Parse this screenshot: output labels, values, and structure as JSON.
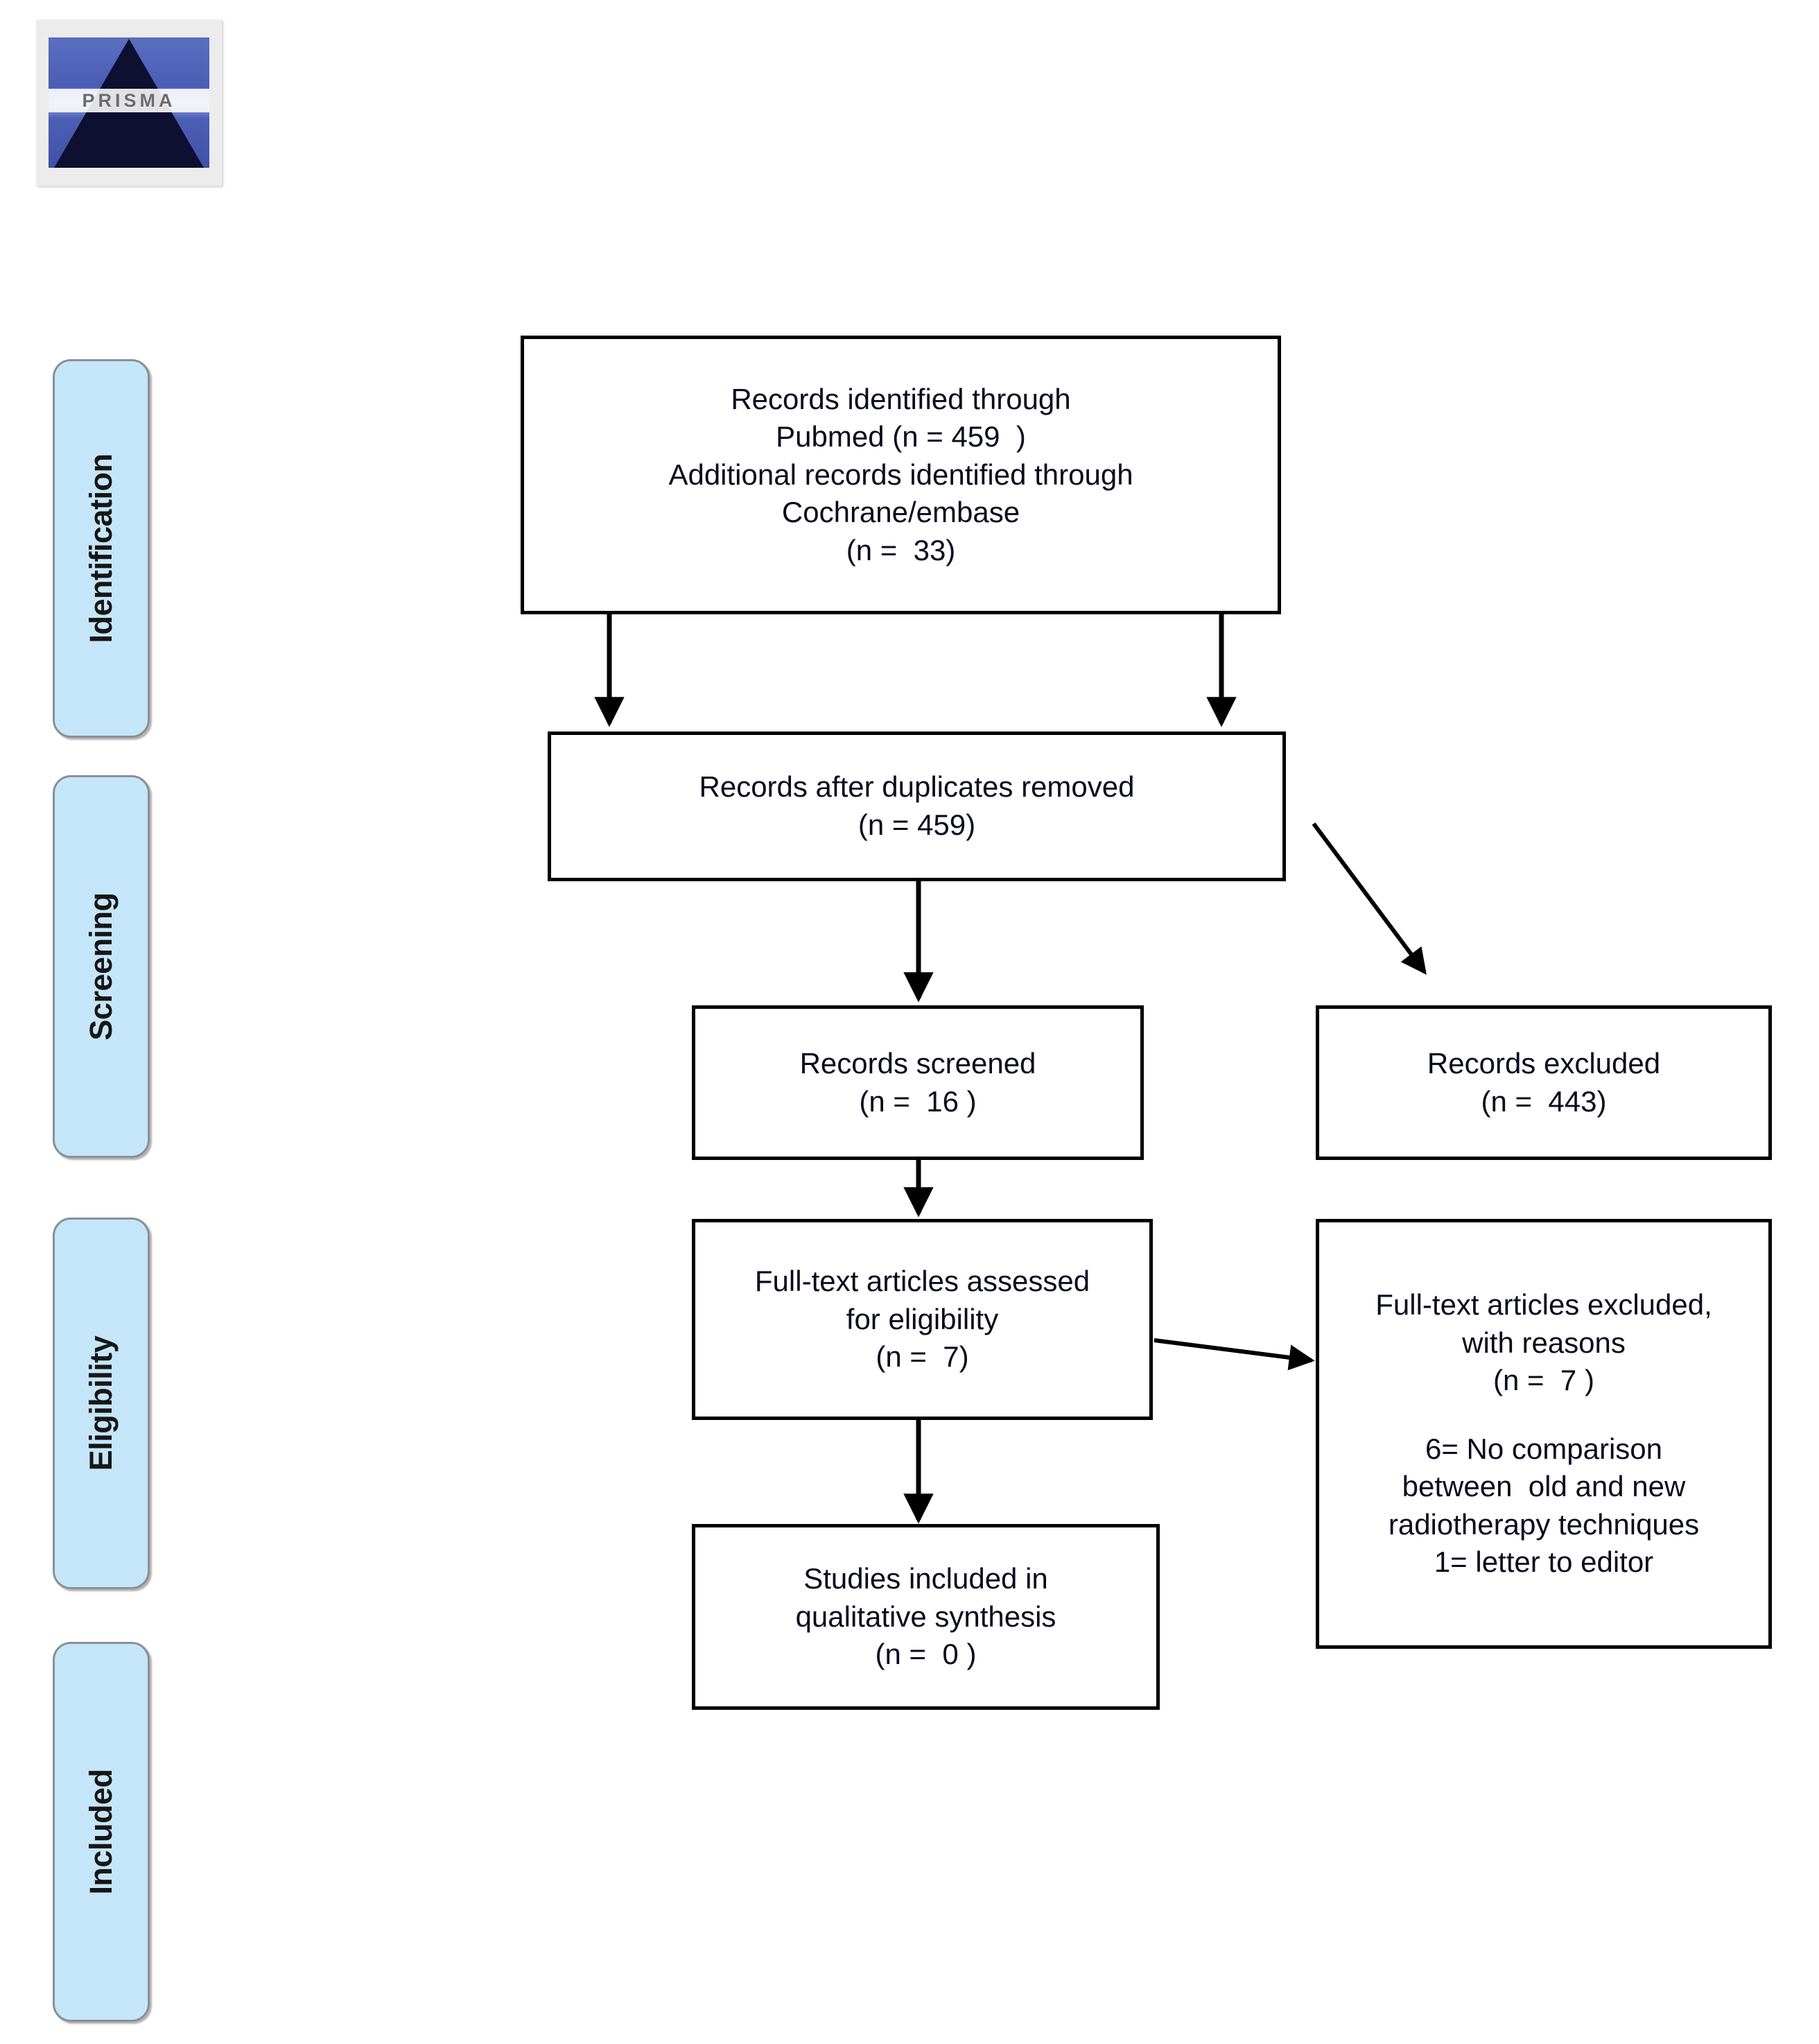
{
  "document": {
    "type": "PRISMA flow diagram",
    "logo": {
      "name": "prisma-logo",
      "text": "PRISMA"
    }
  },
  "stages": [
    {
      "id": "identification",
      "label": "Identification"
    },
    {
      "id": "screening",
      "label": "Screening"
    },
    {
      "id": "eligibility",
      "label": "Eligibility"
    },
    {
      "id": "included",
      "label": "Included"
    }
  ],
  "boxes": {
    "identified": {
      "id": "records-identified",
      "lines": [
        "Records identified through",
        "Pubmed (n = 459  )",
        "Additional records identified through",
        "Cochrane/embase",
        "(n =  33)"
      ]
    },
    "duplicates_removed": {
      "id": "records-after-duplicates-removed",
      "lines": [
        "Records after duplicates removed",
        "(n = 459)"
      ]
    },
    "screened": {
      "id": "records-screened",
      "lines": [
        "Records screened",
        "(n =  16 )"
      ]
    },
    "records_excluded": {
      "id": "records-excluded",
      "lines": [
        "Records excluded",
        "(n =  443)"
      ]
    },
    "fulltext_assessed": {
      "id": "full-text-articles-assessed",
      "lines": [
        "Full-text articles assessed",
        "for eligibility",
        "(n =  7)"
      ]
    },
    "fulltext_excluded": {
      "id": "full-text-articles-excluded",
      "lines": [
        "Full-text articles excluded,",
        "with reasons",
        "(n =  7 )"
      ],
      "reasons": [
        "6= No comparison",
        "between  old and new",
        "radiotherapy techniques",
        "1= letter to editor"
      ]
    },
    "included_studies": {
      "id": "studies-included-qualitative-synthesis",
      "lines": [
        "Studies included in",
        "qualitative synthesis",
        "(n =  0 )"
      ]
    }
  },
  "chart_data": {
    "type": "flowchart",
    "title": "PRISMA flow diagram",
    "nodes": [
      {
        "id": "records-identified",
        "stage": "Identification",
        "label": "Records identified through Pubmed / Additional records identified through Cochrane/embase",
        "pubmed_n": 459,
        "cochrane_embase_n": 33
      },
      {
        "id": "records-after-duplicates-removed",
        "stage": "Screening",
        "label": "Records after duplicates removed",
        "n": 459
      },
      {
        "id": "records-screened",
        "stage": "Screening",
        "label": "Records screened",
        "n": 16
      },
      {
        "id": "records-excluded",
        "stage": "Screening",
        "label": "Records excluded",
        "n": 443
      },
      {
        "id": "full-text-articles-assessed",
        "stage": "Eligibility",
        "label": "Full-text articles assessed for eligibility",
        "n": 7
      },
      {
        "id": "full-text-articles-excluded",
        "stage": "Eligibility",
        "label": "Full-text articles excluded, with reasons",
        "n": 7,
        "reasons": [
          {
            "count": 6,
            "reason": "No comparison between old and new radiotherapy techniques"
          },
          {
            "count": 1,
            "reason": "letter to editor"
          }
        ]
      },
      {
        "id": "studies-included-qualitative-synthesis",
        "stage": "Included",
        "label": "Studies included in qualitative synthesis",
        "n": 0
      }
    ],
    "edges": [
      {
        "from": "records-identified",
        "to": "records-after-duplicates-removed",
        "kind": "down-left"
      },
      {
        "from": "records-identified",
        "to": "records-after-duplicates-removed",
        "kind": "down-right"
      },
      {
        "from": "records-after-duplicates-removed",
        "to": "records-screened",
        "kind": "down"
      },
      {
        "from": "records-after-duplicates-removed",
        "to": "records-excluded",
        "kind": "diagonal"
      },
      {
        "from": "records-screened",
        "to": "full-text-articles-assessed",
        "kind": "down"
      },
      {
        "from": "full-text-articles-assessed",
        "to": "full-text-articles-excluded",
        "kind": "right"
      },
      {
        "from": "full-text-articles-assessed",
        "to": "studies-included-qualitative-synthesis",
        "kind": "down"
      }
    ],
    "colors": {
      "stage_tab_fill": "#c5e6f8",
      "stage_tab_border": "#8a8f96",
      "box_border": "#000000",
      "text": "#0a0a1e"
    }
  }
}
